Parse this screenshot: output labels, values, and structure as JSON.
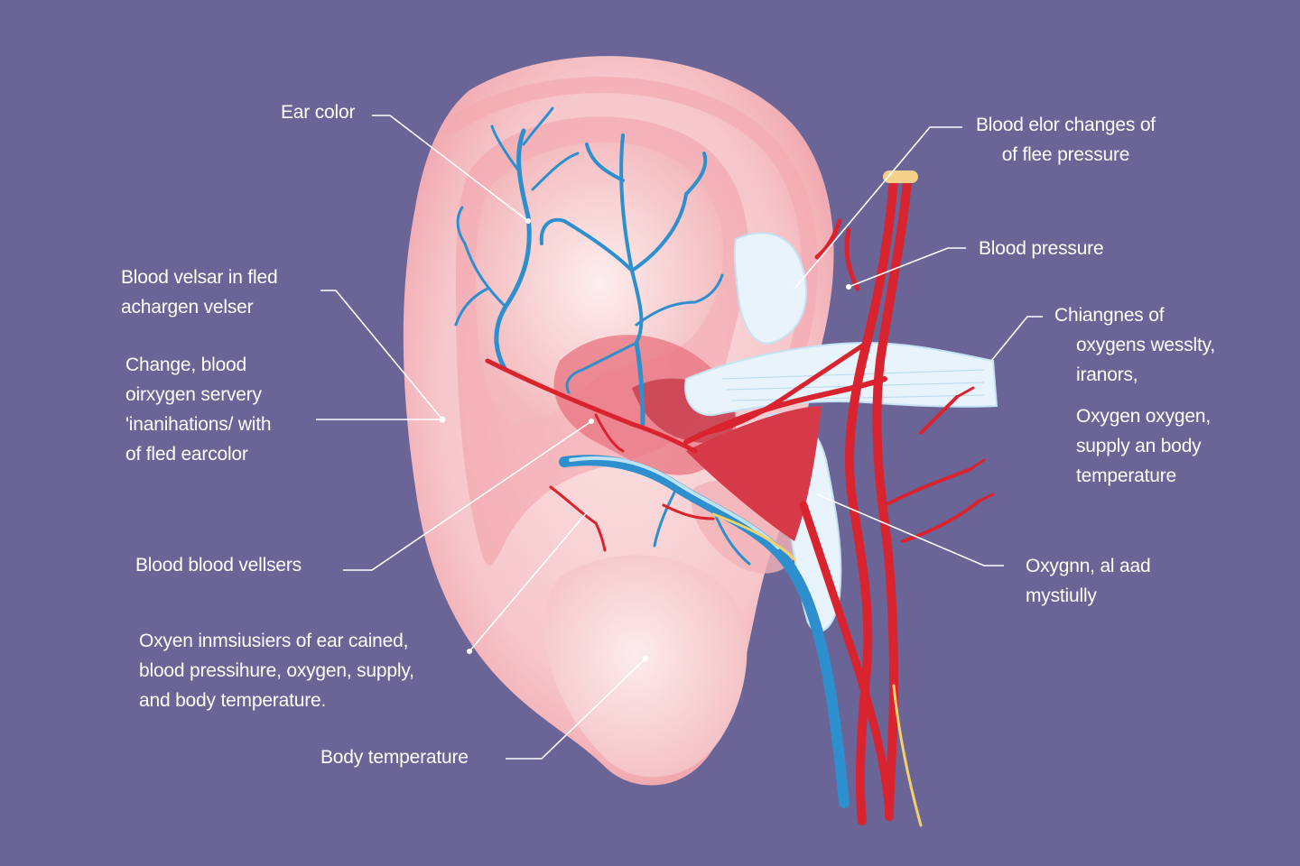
{
  "colors": {
    "background": "#6a6497",
    "skin": "#f6c9cc",
    "skin_light": "#fbe6e6",
    "skin_rim": "#ee9aa2",
    "artery": "#d9232e",
    "vein": "#2e8fce",
    "cartilage": "#e8f3fb",
    "leader_line": "#ffffff"
  },
  "labels": {
    "ear_color": {
      "lines": [
        "Ear color"
      ]
    },
    "blood_color_pressure": {
      "lines": [
        "Blood elor changes of",
        "of flee pressure"
      ]
    },
    "blood_pressure": {
      "lines": [
        "Blood pressure"
      ]
    },
    "blood_vessel_fled": {
      "lines": [
        "Blood velsar in fled",
        "achargen velser"
      ]
    },
    "changes_oxygen": {
      "lines": [
        "Chiangnes of",
        "oxygens wesslty,",
        "iranors,"
      ]
    },
    "change_blood_oxygen": {
      "lines": [
        "Change, blood",
        "oirxygen servery",
        "'inanihations/ with",
        "of fled earcolor"
      ]
    },
    "oxygen_supply": {
      "lines": [
        "Oxygen oxygen,",
        "supply an body",
        "temperature"
      ]
    },
    "blood_blood_vessels": {
      "lines": [
        "Blood blood vellsers"
      ]
    },
    "oxygen_mystery": {
      "lines": [
        "Oxygnn, al aad",
        "mystiully"
      ]
    },
    "oxygen_summary": {
      "lines": [
        "Oxyen inmsiusiers of ear cained,",
        "blood pressihure, oxygen, supply,",
        "and body temperature."
      ]
    },
    "body_temperature": {
      "lines": [
        "Body temperature"
      ]
    }
  }
}
